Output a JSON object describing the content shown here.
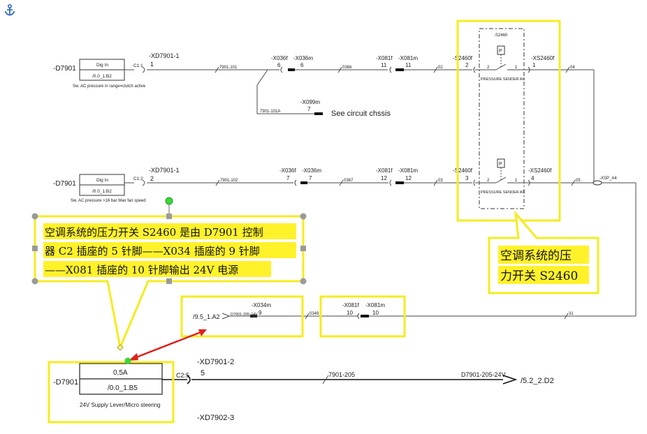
{
  "anchor_icon": "anchor-icon",
  "row1": {
    "d_label": "-D7901",
    "box_title": "Dig In",
    "box_ref": "/0.0_1.B2",
    "desc": "Sw. AC pressure in range=clutch active",
    "c_pin": "C1:1",
    "xd_label": "-XD7901-1",
    "xd_pin": "1",
    "wire1": "7901-101",
    "x036f": "-X036f",
    "x036f_pin": "6",
    "x036m": "-X036m",
    "x036m_pin": "6",
    "wire2": "0366",
    "x081f": "-X081f",
    "x081f_pin": "11",
    "x081m": "-X081m",
    "x081m_pin": "11",
    "wire3": "02",
    "s2460f": "-S2460f",
    "s2460f_pin": "2",
    "xs2460f": "-XS2460f",
    "xs2460f_pin": "1",
    "wire4": "04",
    "branch_wire": "7901-101A",
    "x099m": "-X099m",
    "x099m_pin": "7",
    "see_text": "See circuit chssis"
  },
  "sensor": {
    "label": "-S2460",
    "p": "P",
    "pin_a": "2",
    "pin_b": "1",
    "caption": "PRESSURE SENDER AC"
  },
  "row2": {
    "d_label": "-D7901",
    "box_title": "Dig In",
    "box_ref": "/0.0_1.B2",
    "desc": "Sw. AC pressure >16 bar Max fan speed",
    "c_pin": "C1:2",
    "xd_label": "-XD7901-1",
    "xd_pin": "2",
    "wire1": "7901-102",
    "x036f": "-X036f",
    "x036f_pin": "7",
    "x036m": "-X036m",
    "x036m_pin": "7",
    "wire2": "0367",
    "x081f": "-X081f",
    "x081f_pin": "12",
    "x081m": "-X081m",
    "x081m_pin": "12",
    "wire3": "03",
    "s2460f": "-S2460f",
    "s2460f_pin": "3",
    "xs2460f": "-XS2460f",
    "xs2460f_pin": "4",
    "wire4": "05",
    "xsp": "-XSP_A4"
  },
  "row3": {
    "ref": "/9.5_1.A2",
    "wire_lbl": "D7901-205-24V",
    "x034m": "-X034m",
    "x034m_pin": "9",
    "wire2": "0349",
    "x081f": "-X081f",
    "x081f_pin": "10",
    "x081m": "-X081m",
    "x081m_pin": "10",
    "wire3": "31"
  },
  "row4": {
    "d_label": "-D7901",
    "box_top": "0,5A",
    "box_ref": "/0.0_1.B5",
    "desc": "24V Supply Lever/Micro steering",
    "c_pin": "C2:5",
    "xd_label": "-XD7901-2",
    "xd_pin": "5",
    "wire1": "7901-205",
    "wire2": "D7901-205-24V",
    "dest": "/5.2_2.D2",
    "xd2": "-XD7902-3"
  },
  "callout_left": {
    "lines": [
      "空调系统的压力开关 S2460 是由 D7901 控制",
      "器 C2 插座的 5 针脚——X034 插座的 9 针脚",
      "——X081 插座的 10 针脚输出 24V 电源"
    ]
  },
  "callout_right": {
    "lines": [
      "空调系统的压",
      "力开关 S2460"
    ]
  },
  "colors": {
    "highlight": "#fff22a",
    "frame": "#f5ec1f",
    "arrow": "#e0201c",
    "handle": "#3ad63a"
  }
}
